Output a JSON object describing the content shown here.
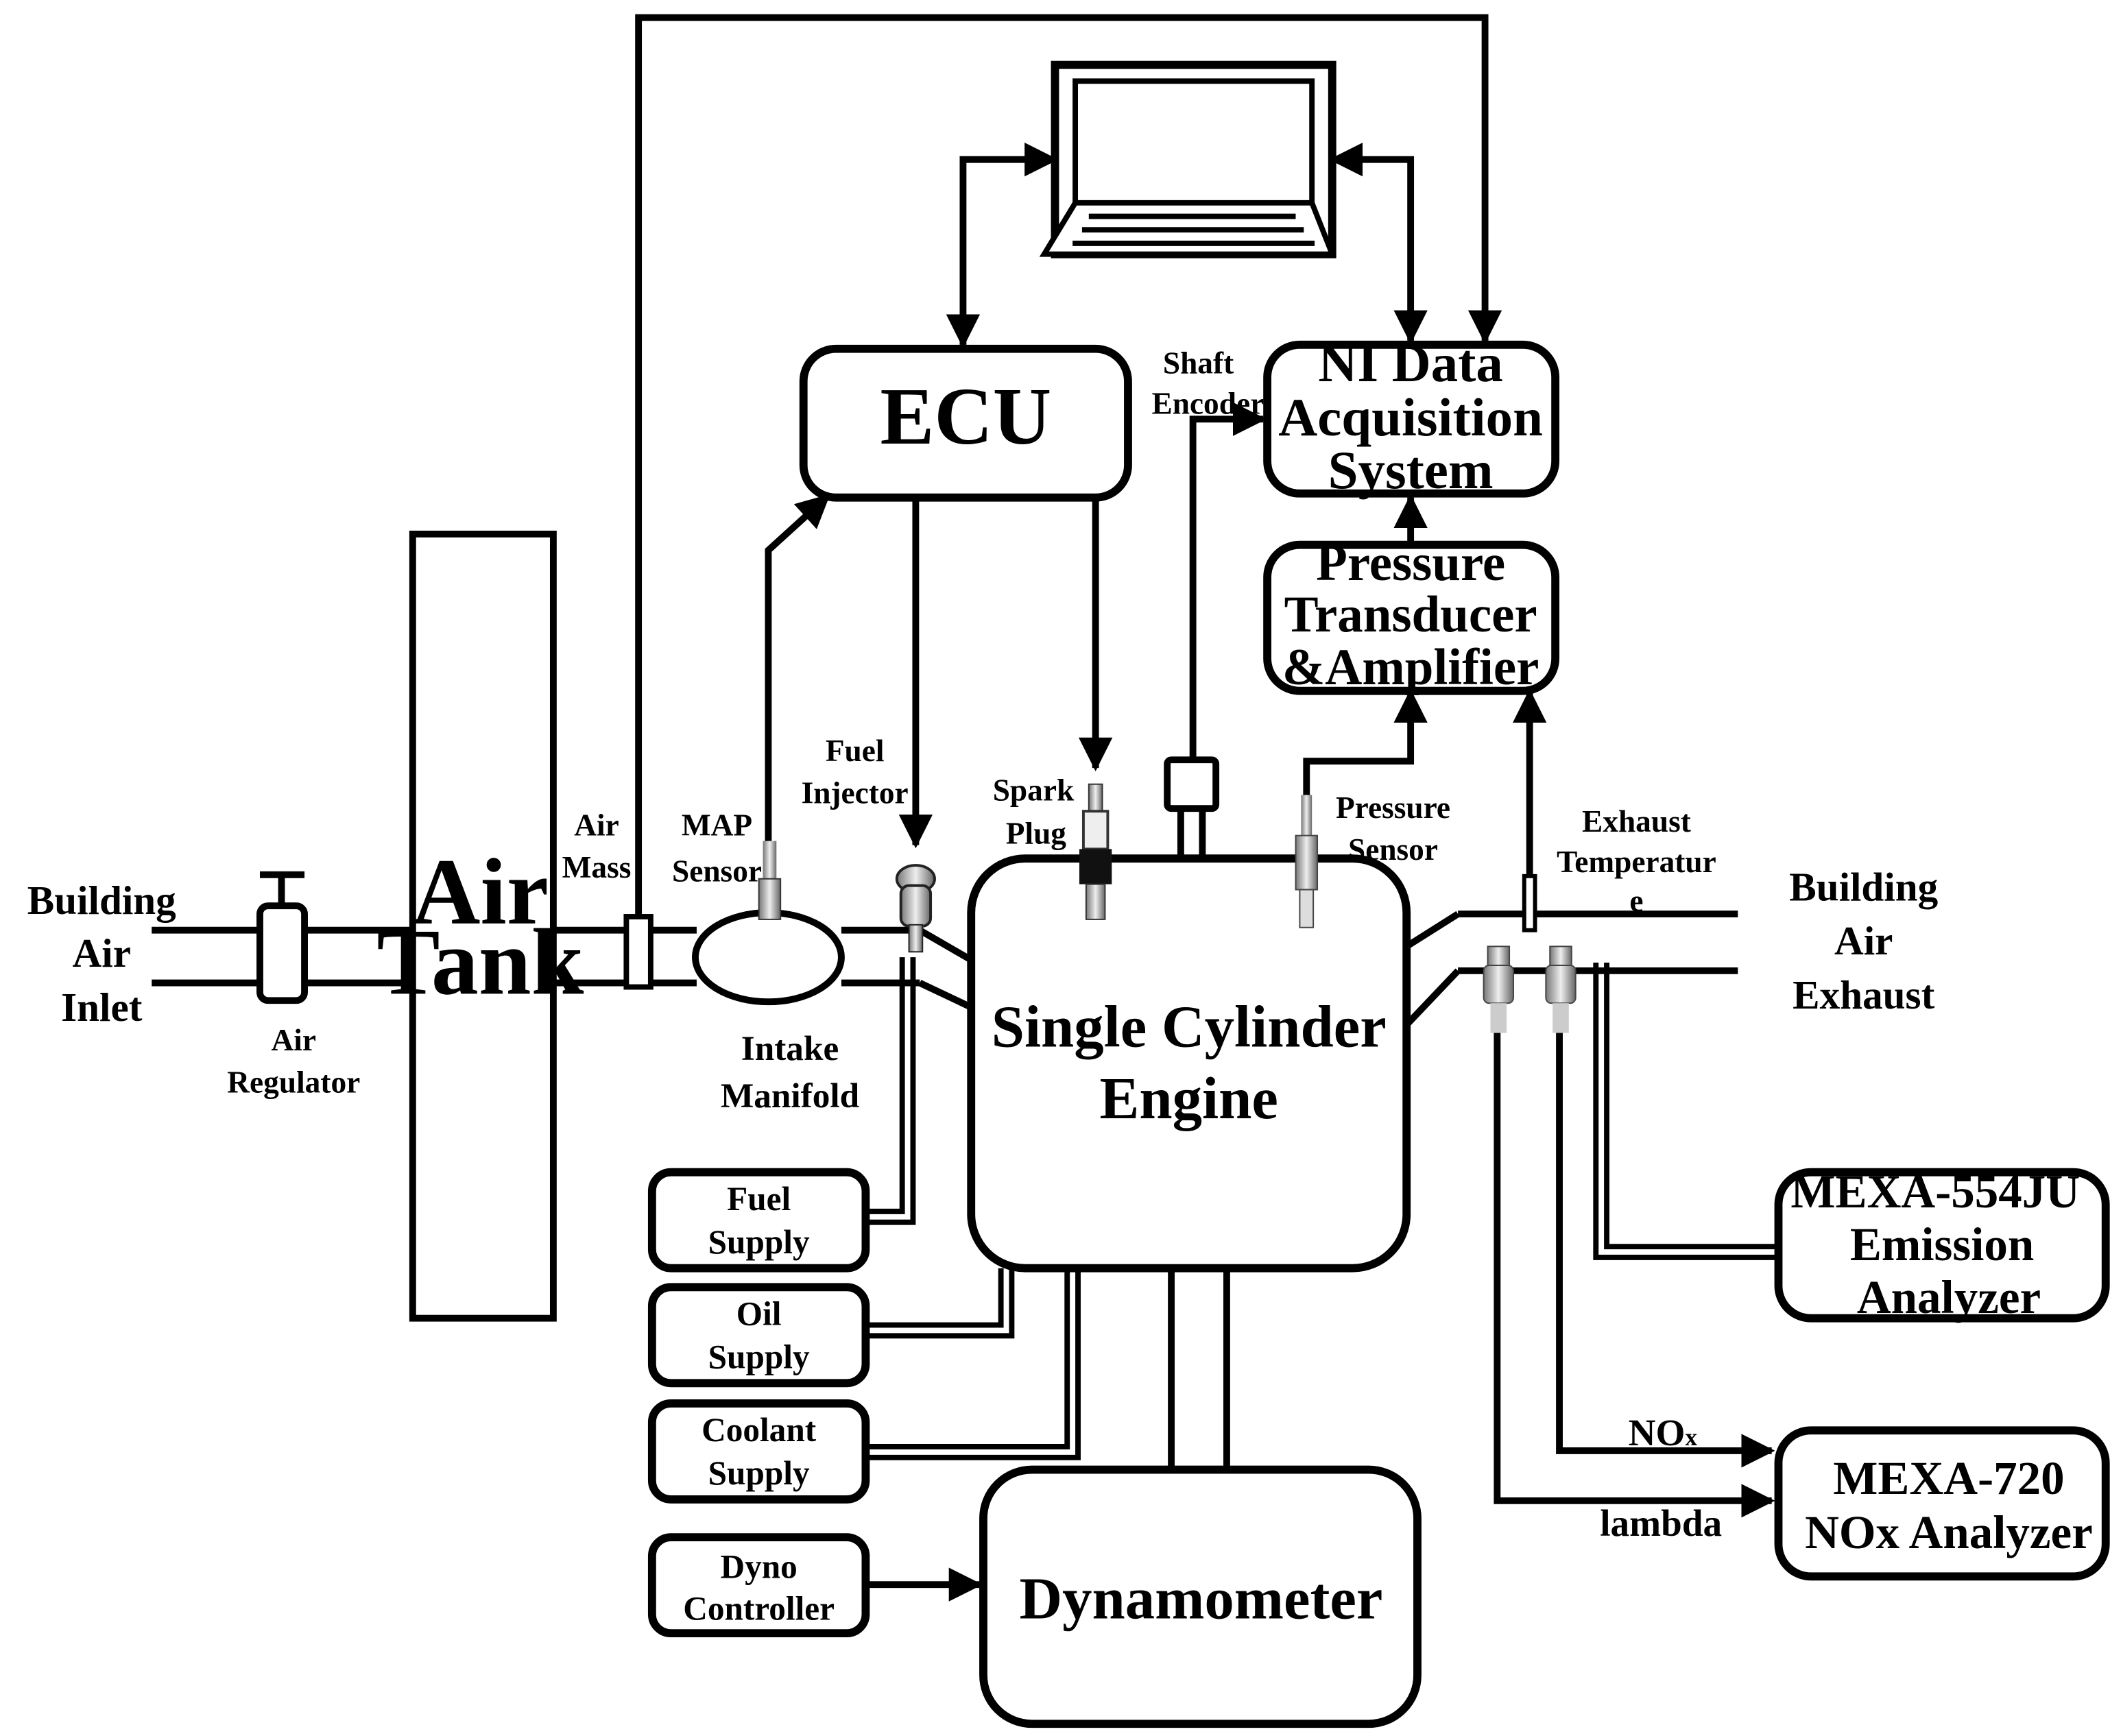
{
  "blocks": {
    "ecu": "ECU",
    "ni_daq": [
      "NI Data",
      "Acquisition",
      "System"
    ],
    "pressure_amp": [
      "Pressure",
      "Transducer",
      "&Amplifier"
    ],
    "engine": [
      "Single Cylinder",
      "Engine"
    ],
    "dynamometer": "Dynamometer",
    "air_tank": [
      "Air",
      "Tank"
    ],
    "fuel_supply": [
      "Fuel",
      "Supply"
    ],
    "oil_supply": [
      "Oil",
      "Supply"
    ],
    "coolant_supply": [
      "Coolant",
      "Supply"
    ],
    "dyno_controller": [
      "Dyno",
      "Controller"
    ],
    "mexa554": [
      "MEXA-554JU",
      "Emission",
      "Analyzer"
    ],
    "mexa720": [
      "MEXA-720",
      "NOx Analyzer"
    ]
  },
  "labels": {
    "building_air_inlet": [
      "Building",
      "Air",
      "Inlet"
    ],
    "air_regulator": [
      "Air",
      "Regulator"
    ],
    "air_mass": [
      "Air",
      "Mass"
    ],
    "map_sensor": [
      "MAP",
      "Sensor"
    ],
    "fuel_injector": [
      "Fuel",
      "Injector"
    ],
    "intake_manifold": [
      "Intake",
      "Manifold"
    ],
    "spark_plug": [
      "Spark",
      "Plug"
    ],
    "shaft_encoder": [
      "Shaft",
      "Encoder"
    ],
    "pressure_sensor": [
      "Pressure",
      "Sensor"
    ],
    "exhaust_temperature": [
      "Exhaust",
      "Temperatur",
      "e"
    ],
    "building_air_exhaust": [
      "Building",
      "Air",
      "Exhaust"
    ],
    "nox": "NO",
    "nox_sub": "x",
    "lambda": "lambda"
  },
  "icons": [
    "computer-icon",
    "spark-plug-icon",
    "pressure-sensor-icon",
    "map-sensor-icon",
    "fuel-injector-icon",
    "lambda-sensor-icon",
    "nox-sensor-icon",
    "air-regulator-icon"
  ],
  "colors": {
    "line": "#000000",
    "background": "#ffffff"
  }
}
